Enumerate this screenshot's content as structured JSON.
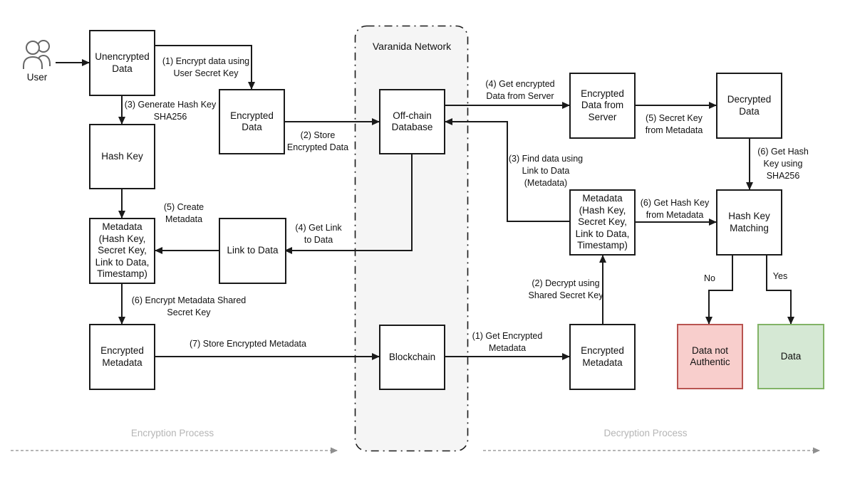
{
  "network": {
    "title": "Varanida Network"
  },
  "user": {
    "label": "User"
  },
  "nodes": {
    "unencrypted_data": {
      "label": "Unencrypted\nData"
    },
    "encrypted_data": {
      "label": "Encrypted\nData"
    },
    "hash_key": {
      "label": "Hash Key"
    },
    "metadata_enc": {
      "label": "Metadata\n(Hash Key,\nSecret Key,\nLink to Data,\nTimestamp)"
    },
    "link_to_data": {
      "label": "Link to Data"
    },
    "encrypted_metadata_enc": {
      "label": "Encrypted\nMetadata"
    },
    "offchain_database": {
      "label": "Off-chain\nDatabase"
    },
    "blockchain": {
      "label": "Blockchain"
    },
    "encrypted_data_from_server": {
      "label": "Encrypted\nData from\nServer"
    },
    "decrypted_data": {
      "label": "Decrypted\nData"
    },
    "metadata_dec": {
      "label": "Metadata\n(Hash Key,\nSecret Key,\nLink to Data,\nTimestamp)"
    },
    "hash_key_matching": {
      "label": "Hash Key\nMatching"
    },
    "encrypted_metadata_dec": {
      "label": "Encrypted\nMetadata"
    },
    "data_not_authentic": {
      "label": "Data not\nAuthentic"
    },
    "data_authentic": {
      "label": "Data"
    }
  },
  "edges": {
    "encrypt_user_key": "(1) Encrypt data using\nUser Secret Key",
    "store_encrypted_data": "(2) Store\nEncrypted Data",
    "generate_hash_key": "(3) Generate Hash Key\nSHA256",
    "get_link_to_data": "(4) Get Link\nto Data",
    "create_metadata": "(5) Create\nMetadata",
    "encrypt_metadata": "(6) Encrypt Metadata Shared\nSecret Key",
    "store_encrypted_metadata": "(7) Store Encrypted Metadata",
    "get_encrypted_metadata": "(1) Get Encrypted\nMetadata",
    "decrypt_shared_key": "(2) Decrypt using\nShared Secret Key",
    "find_data": "(3) Find data using\nLink to Data\n(Metadata)",
    "get_encrypted_data": "(4) Get encrypted\nData from Server",
    "secret_key_from_metadata": "(5) Secret Key\nfrom Metadata",
    "get_hash_key_sha256": "(6) Get Hash\nKey using\nSHA256",
    "get_hash_key_from_metadata": "(6) Get Hash Key\nfrom Metadata",
    "branch_no": "No",
    "branch_yes": "Yes"
  },
  "footers": {
    "encryption": "Encryption Process",
    "decryption": "Decryption Process"
  },
  "colors": {
    "error_fill": "#f8cecc",
    "error_border": "#b85450",
    "success_fill": "#d5e8d4",
    "success_border": "#82b366",
    "network_fill": "#f5f5f5"
  }
}
